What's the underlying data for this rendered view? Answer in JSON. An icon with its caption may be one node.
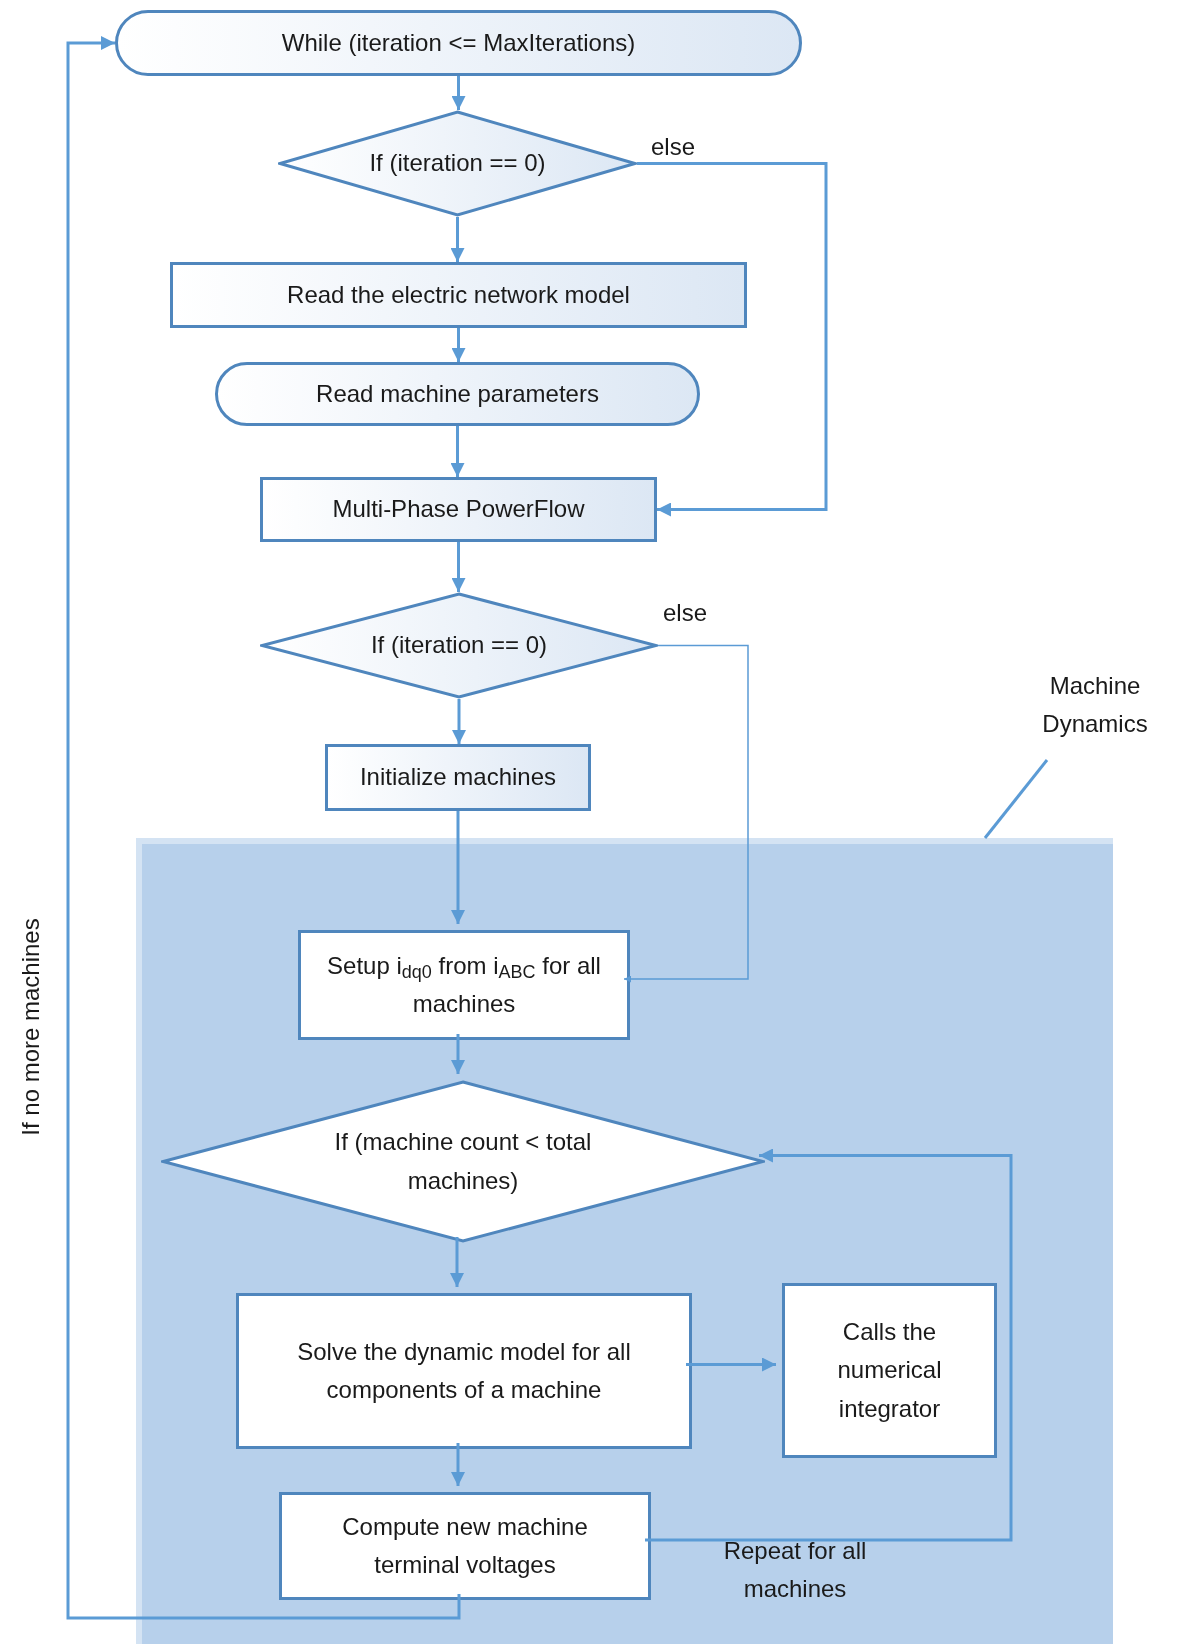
{
  "diagram": {
    "nodes": [
      {
        "text": [
          "While (iteration <= MaxIterations)"
        ]
      },
      {
        "text": [
          "If (iteration == 0)"
        ]
      },
      {
        "text": [
          "Read the electric network model"
        ]
      },
      {
        "text": [
          "Read machine parameters"
        ]
      },
      {
        "text": [
          "Multi-Phase PowerFlow"
        ]
      },
      {
        "text": [
          "If (iteration == 0)"
        ]
      },
      {
        "text": [
          "Initialize machines"
        ]
      },
      {
        "text": [],
        "shape": "box"
      },
      {
        "text": [
          "Machine Dynamics"
        ]
      },
      {
        "text": [
          "Setup i$_{dq0}$ from i$_{ABC}$ for all machines"
        ],
        "in": 7
      },
      {
        "text": [
          "If (machine count < total machines)"
        ],
        "in": 7
      },
      {
        "text": [
          "Solve the dynamic model for all components of a machine"
        ],
        "in": 7
      },
      {
        "text": [
          "Calls the numerical integrator"
        ],
        "in": 7
      },
      {
        "text": [
          "Compute new machine terminal voltages"
        ],
        "in": 7
      }
    ],
    "edges": [
      {
        "from": 0,
        "to": 1,
        "arrow": "to"
      },
      {
        "from": 1,
        "to": 2,
        "arrow": "to"
      },
      {
        "from": 1,
        "to": 4,
        "arrow": "to",
        "label": "else"
      },
      {
        "from": 2,
        "to": 3,
        "arrow": "to"
      },
      {
        "from": 3,
        "to": 4,
        "arrow": "to"
      },
      {
        "from": 4,
        "to": 5,
        "arrow": "to"
      },
      {
        "from": 5,
        "to": 6,
        "arrow": "to"
      },
      {
        "from": 5,
        "to": 9,
        "arrow": "to",
        "label": "else"
      },
      {
        "from": 6,
        "to": 9,
        "arrow": "to"
      },
      {
        "from": 8,
        "to": 7,
        "arrow": "none"
      },
      {
        "from": 9,
        "to": 10,
        "arrow": "to"
      },
      {
        "from": 10,
        "to": 11,
        "arrow": "to"
      },
      {
        "from": 11,
        "to": 12,
        "arrow": "to"
      },
      {
        "from": 11,
        "to": 13,
        "arrow": "to"
      },
      {
        "from": 13,
        "to": 10,
        "arrow": "to",
        "label": "Repeat for all machines"
      },
      {
        "from": 13,
        "to": 0,
        "arrow": "to",
        "label": "If no more machines"
      }
    ]
  }
}
